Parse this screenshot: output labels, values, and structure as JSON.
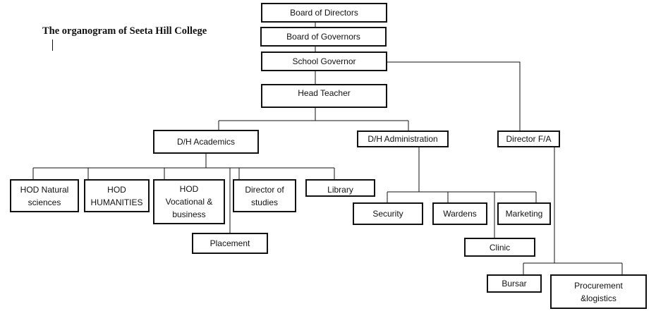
{
  "title": "The organogram of Seeta Hill College",
  "colors": {
    "line": "#111111",
    "box_border": "#111111",
    "background": "#ffffff"
  },
  "nodes": {
    "board_of_directors": "Board of Directors",
    "board_of_governors": "Board of Governors",
    "school_governor": "School Governor",
    "head_teacher": "Head Teacher",
    "dh_academics": "D/H Academics",
    "dh_administration": "D/H Administration",
    "director_fa": "Director F/A",
    "hod_natural_sciences": "HOD Natural\nsciences",
    "hod_humanities": "HOD\nHUMANITIES",
    "hod_vocational": "HOD\nVocational &\nbusiness",
    "director_of_studies": "Director of\nstudies",
    "library": "Library",
    "placement": "Placement",
    "security": "Security",
    "wardens": "Wardens",
    "marketing": "Marketing",
    "clinic": "Clinic",
    "bursar": "Bursar",
    "procurement": "Procurement\n&logistics"
  }
}
